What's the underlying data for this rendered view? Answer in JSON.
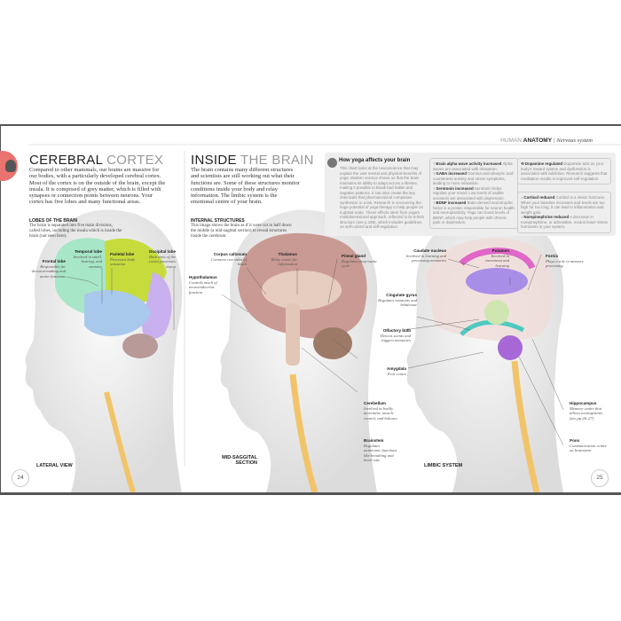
{
  "header": {
    "section": "HUMAN",
    "section_bold": "ANATOMY",
    "separator": "|",
    "topic": "Nervous system"
  },
  "left": {
    "title_bold": "CEREBRAL",
    "title_light": "CORTEX",
    "intro": "Compared to other mammals, our brains are massive for our bodies, with a particularly developed cerebral cortex. Most of the cortex is on the outside of the brain, except the insula. It is composed of grey matter, which is filled with synapses or connection points between neurons. Your cortex has five lobes and many functional areas.",
    "sub_heading": "LOBES OF THE BRAIN",
    "sub_text": "The brain is separated into five main divisions, called lobes, including the insula which is inside the brain (not seen here).",
    "labels": [
      {
        "name": "Frontal lobe",
        "desc": "Responsible for decision-making and motor functions"
      },
      {
        "name": "Temporal lobe",
        "desc": "Involved in smell, hearing, and memory"
      },
      {
        "name": "Parietal lobe",
        "desc": "Processes body sensation"
      },
      {
        "name": "Occipital lobe",
        "desc": "Back area of the cortex processes vision"
      }
    ],
    "caption": "LATERAL VIEW",
    "page_number": "24"
  },
  "middle": {
    "title_bold": "INSIDE",
    "title_light": "THE BRAIN",
    "intro": "The brain contains many different structures and scientists are still working out what their functions are. Some of these structures monitor conditions inside your body and relay information. The limbic system is the emotional centre of your brain.",
    "sub_heading": "INTERNAL STRUCTURES",
    "sub_text": "This image shows the brain as if it were cut in half down the middle (a mid-sagittal section) to reveal structures inside the cerebrum.",
    "labels": [
      {
        "name": "Corpus callosum",
        "desc": "Connects two sides of brain"
      },
      {
        "name": "Thalamus",
        "desc": "Relay centre for information"
      },
      {
        "name": "Hypothalamus",
        "desc": "Controls much of neuroendocrine function"
      },
      {
        "name": "Pineal gland",
        "desc": "Regulates sleep-wake cycle"
      },
      {
        "name": "Cerebellum",
        "desc": "Involved in bodily movement, muscle control, and balance"
      },
      {
        "name": "Brainstem",
        "desc": "Regulates autonomic functions like breathing and heart rate"
      }
    ],
    "caption": "MID-SAGGITAL SECTION"
  },
  "yoga": {
    "title": "How yoga affects your brain",
    "text": "This chart looks at the neuroscience that may explain the vast mental and physical benefits of yoga. Modern science shows us that the brain maintains its ability to adapt across a lifetime, making it possible to break bad habits and negative patterns. It can also create the key chemicals that pharmaceutical companies synthesize in a lab. Research is uncovering the huge potential of yoga therapy to help people on a global scale. These effects stem from yoga's multidimensional approach, reflected in its 8-limb structure (see p.198), which includes guidelines on self-control and self-regulation.",
    "effects_a": [
      {
        "name": "↑ Brain alpha wave activity increased",
        "desc": "Alpha waves are associated with relaxation."
      },
      {
        "name": "↑ GABA increased",
        "desc": "Gamma-aminobutyric acid counteracts anxiety and stress symptoms, leading to more relaxation."
      },
      {
        "name": "↑ Serotonin increased",
        "desc": "Serotonin helps regulate your mood. Low levels of usable serotonin are associated with depression."
      },
      {
        "name": "↑ BDNF increased",
        "desc": "Brain-derived neurotrophic factor is a protein responsible for neuron health and neuroplasticity. Yoga can boost levels of BDNF, which may help people with chronic pain or depression."
      }
    ],
    "effects_b": [
      {
        "name": "⟲ Dopamine regulated",
        "desc": "Dopamine acts as your body's reward system and dysfunction is associated with addiction. Research suggests that meditation results in improved self-regulation."
      }
    ],
    "effects_c": [
      {
        "name": "↓ Cortisol reduced",
        "desc": "Cortisol is a stress hormone. When your baseline increases and levels are too high for too long, it can lead to inflammation and weight gain."
      },
      {
        "name": "↓ Norepinephrine reduced",
        "desc": "A decrease in norepinephrine, or adrenaline, means fewer stress hormones in your system."
      }
    ]
  },
  "right": {
    "labels": [
      {
        "name": "Caudate nucleus",
        "desc": "Involved in learning and processing memories"
      },
      {
        "name": "Putamen",
        "desc": "Involved in movement and learning"
      },
      {
        "name": "Fornix",
        "desc": "Plays a role in memory processing"
      },
      {
        "name": "Cingulate gyrus",
        "desc": "Regulates emotions and behaviour"
      },
      {
        "name": "Olfactory bulb",
        "desc": "Detects scents and triggers memories"
      },
      {
        "name": "Amygdala",
        "desc": "Fear centre"
      },
      {
        "name": "Hippocampus",
        "desc": "Memory centre that allows neurogenesis (see pp.26–27)"
      },
      {
        "name": "Pons",
        "desc": "Communication centre on brainstem"
      }
    ],
    "caption": "LIMBIC SYSTEM",
    "page_number": "25"
  },
  "colors": {
    "accent": "#e8736f",
    "frontal": "#a8e6c8",
    "parietal": "#c6dc3c",
    "temporal": "#a9c9ec",
    "occipital": "#c9b0ee",
    "brain_section": "#c99a93",
    "cingulate": "#e066c8",
    "caudate": "#a98ee8",
    "spinal": "#f2c46a"
  }
}
